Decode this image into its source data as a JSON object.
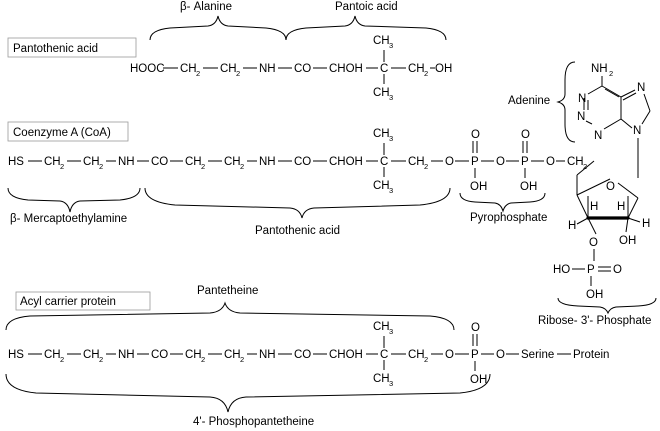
{
  "labels": {
    "pantothenic_acid_box": "Pantothenic acid",
    "coa_box": "Coenzyme A (CoA)",
    "acp_box": "Acyl carrier protein",
    "beta_alanine": "β- Alanine",
    "pantoic_acid": "Pantoic acid",
    "adenine": "Adenine",
    "beta_mercaptoethylamine": "β- Mercaptoethylamine",
    "pantothenic_acid_brace": "Pantothenic acid",
    "pyrophosphate": "Pyrophosphate",
    "ribose_3_phosphate": "Ribose- 3'- Phosphate",
    "pantetheine": "Pantetheine",
    "phosphopantetheine": "4'- Phosphopantetheine"
  },
  "groups": {
    "hooc": "HOOC",
    "ch": "CH",
    "sub2": "2",
    "nh": "NH",
    "co": "CO",
    "choh": "CHOH",
    "c": "C",
    "ch2oh_main": "CH",
    "oh_tail": "OH",
    "ch3": "CH",
    "sub3": "3",
    "hs": "HS",
    "o": "O",
    "p": "P",
    "oh": "OH",
    "h": "H",
    "ho": "HO",
    "nh2_n": "NH",
    "n": "N",
    "serine": "Serine",
    "protein": "Protein"
  }
}
